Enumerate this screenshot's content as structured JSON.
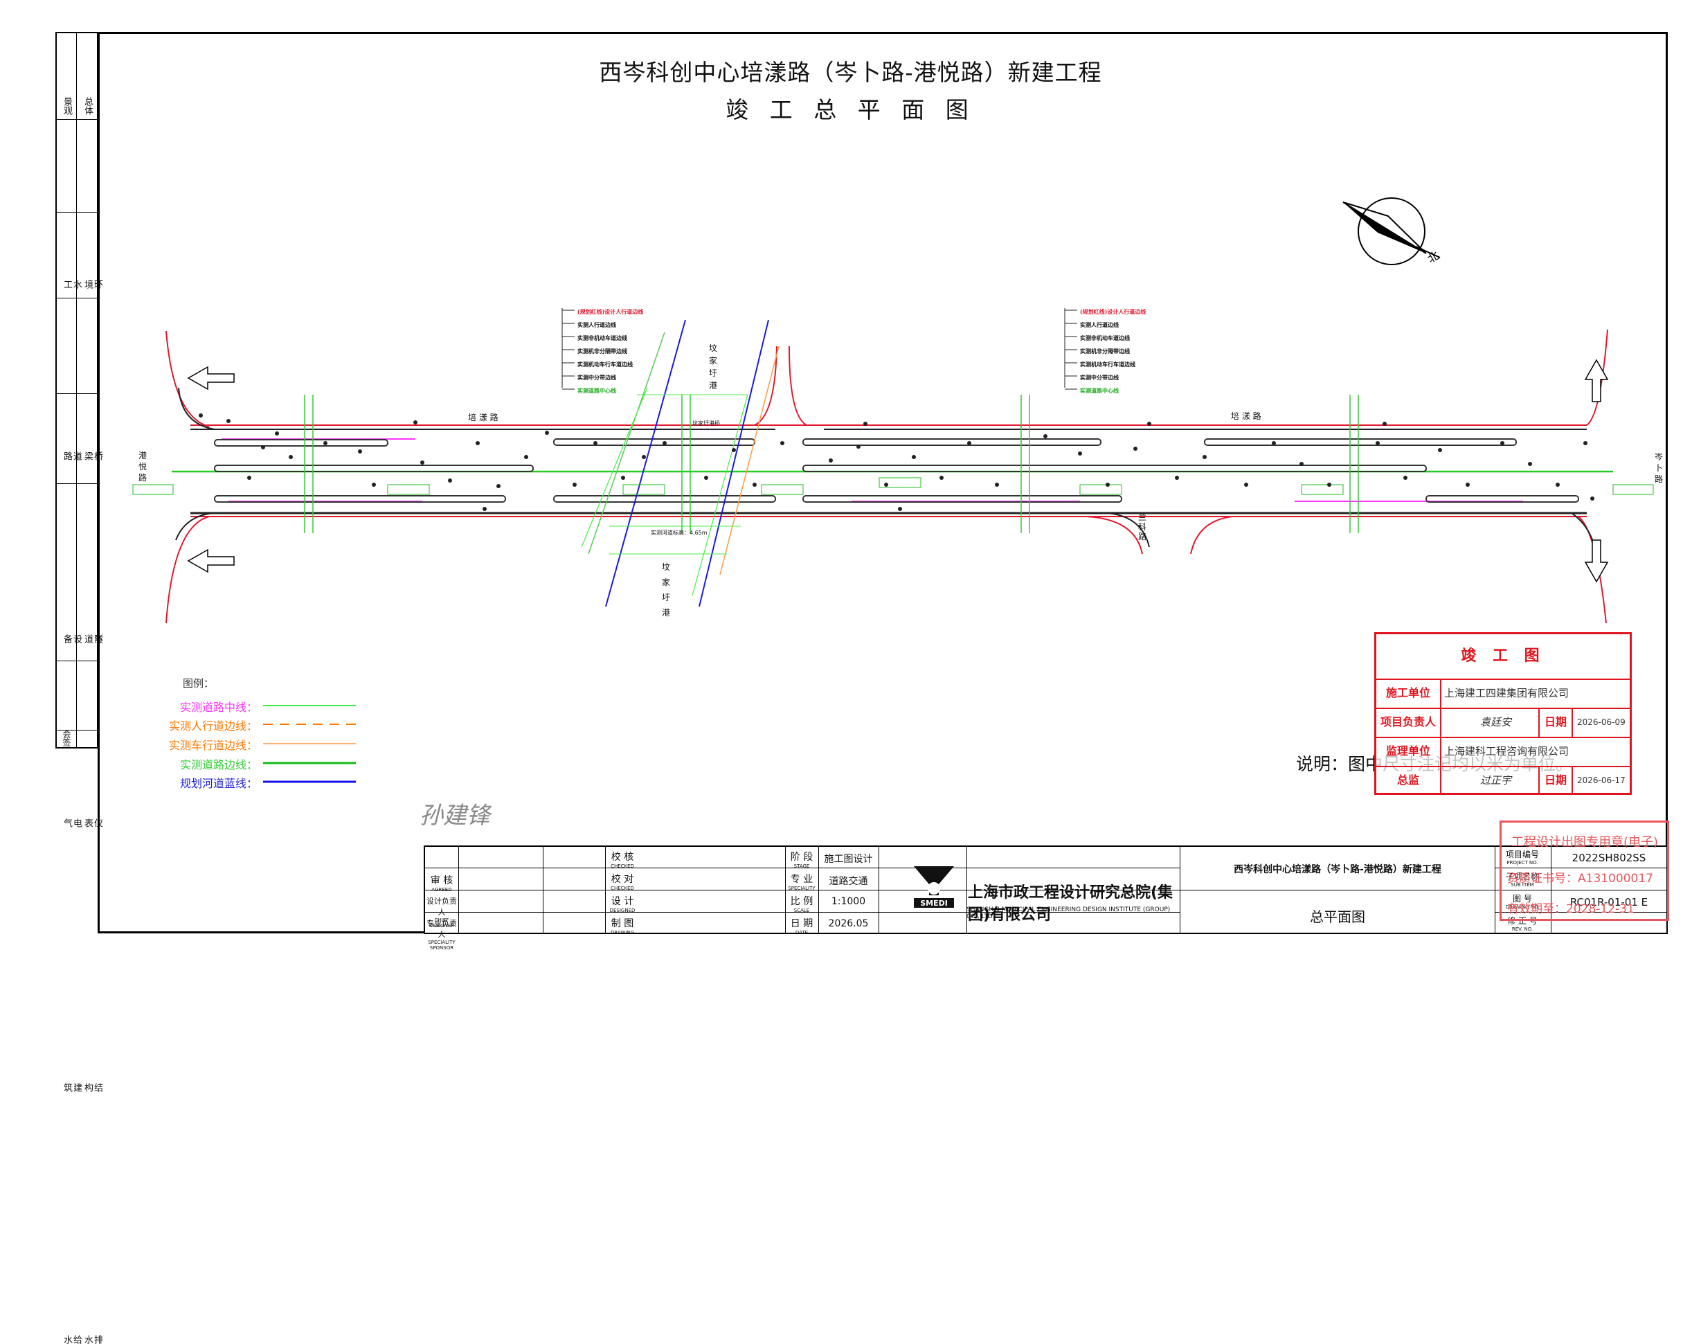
{
  "title": {
    "project": "西岑科创中心培漾路（岑卜路-港悦路）新建工程",
    "drawing": "竣 工 总 平 面 图"
  },
  "side_strip": [
    {
      "a": "景观",
      "b": "总体"
    },
    {
      "a": "水工",
      "b": "环境"
    },
    {
      "a": "道路",
      "b": "桥梁"
    },
    {
      "a": "设备",
      "b": "隧道"
    },
    {
      "a": "电气",
      "b": "仪表"
    },
    {
      "a": "建筑",
      "b": "结构"
    },
    {
      "a": "给水",
      "b": "排水"
    },
    {
      "a": "会签",
      "b": ""
    }
  ],
  "map": {
    "road_labels": {
      "left_road": "港悦路",
      "right_road": "岑卜路",
      "main_road_l": "培 漾 路",
      "main_road_r": "培 漾 路",
      "canal": "坟家圩港",
      "canal_s": "坟家圩港",
      "lan_road": "兰科路",
      "bridge": "坟家圩港桥",
      "canal_width": "实测河道标高：4.65m"
    },
    "callouts_left": [
      "(规划红线)设计人行道边线",
      "实测人行道边线",
      "实测非机动车道边线",
      "实测机非分隔带边线",
      "实测机动车行车道边线",
      "实测中分带边线",
      "实测道路中心线"
    ],
    "callouts_right": [
      "(规划红线)设计人行道边线",
      "实测人行道边线",
      "实测非机动车道边线",
      "实测机非分隔带边线",
      "实测机动车行车道边线",
      "实测中分带边线",
      "实测道路中心线"
    ]
  },
  "legend": {
    "title": "图例：",
    "items": [
      {
        "label": "实测道路中线：",
        "color": "#ff33ff",
        "line": "#44ee44",
        "style": "solid"
      },
      {
        "label": "实测人行道边线：",
        "color": "#ff7700",
        "line": "#ff7700",
        "style": "dashed"
      },
      {
        "label": "实测车行道边线：",
        "color": "#ff7700",
        "line": "#ff9944",
        "style": "solid"
      },
      {
        "label": "实测道路边线：",
        "color": "#33cc33",
        "line": "#11bb11",
        "style": "bold"
      },
      {
        "label": "规划河道蓝线：",
        "color": "#2222dd",
        "line": "#1111ee",
        "style": "bold"
      }
    ]
  },
  "note": "说明：图中尺寸注记均以米为单位。",
  "stamp": {
    "title": "竣 工 图",
    "rows": [
      {
        "label": "施工单位",
        "value": "上海建工四建集团有限公司"
      },
      {
        "label": "项目负责人",
        "value": "袁廷安",
        "date_label": "日期",
        "date": "2026-06-09"
      },
      {
        "label": "监理单位",
        "value": "上海建科工程咨询有限公司"
      },
      {
        "label": "总监",
        "value": "过正宇",
        "date_label": "日期",
        "date": "2026-06-17"
      }
    ]
  },
  "title_block": {
    "review": {
      "cn": "审 核",
      "en": "AGREED"
    },
    "design_lead": {
      "cn": "设计负责人",
      "en": "CHIEF DESIGNER"
    },
    "spec_lead": {
      "cn": "专业负责人",
      "en": "SPECIALITY SPONSOR"
    },
    "check": {
      "cn": "校 核",
      "en": "CHECKED"
    },
    "proof": {
      "cn": "校 对",
      "en": "CHECKED"
    },
    "design": {
      "cn": "设 计",
      "en": "DESIGNED"
    },
    "draw": {
      "cn": "制 图",
      "en": "DRAWING"
    },
    "stage": {
      "cn": "阶 段",
      "en": "STAGE",
      "value": "施工图设计"
    },
    "speciality": {
      "cn": "专 业",
      "en": "SPECIALITY",
      "value": "道路交通"
    },
    "scale": {
      "cn": "比 例",
      "en": "SCALE",
      "value": "1:1000"
    },
    "date": {
      "cn": "日 期",
      "en": "DATE",
      "value": "2026.05"
    },
    "company_cn": "上海市政工程设计研究总院(集团)有限公司",
    "company_en": "SHANGHAI MUNICIPAL ENGINEERING DESIGN INSTITUTE (GROUP) CO., LTD.",
    "logo_text": "SMEDI",
    "project_name": "西岑科创中心培漾路（岑卜路-港悦路）新建工程",
    "drawing_name": "总平面图",
    "project_no": {
      "cn": "项目编号",
      "en": "PROJECT NO.",
      "value": "2022SH802SS"
    },
    "sub_item": {
      "cn": "子项名称",
      "en": "SUB ITEM"
    },
    "drawing_no": {
      "cn": "图 号",
      "en": "DRAWING NO.",
      "value": "RC01R-01-01 E"
    },
    "rev_no": {
      "cn": "修 正 号",
      "en": "REV. NO."
    }
  },
  "design_seal": {
    "line1": "工程设计出图专用章(电子)",
    "line2": "资质证书号：A131000017",
    "line3": "有效期至：2028-12-31"
  },
  "signature": "孙建锋"
}
